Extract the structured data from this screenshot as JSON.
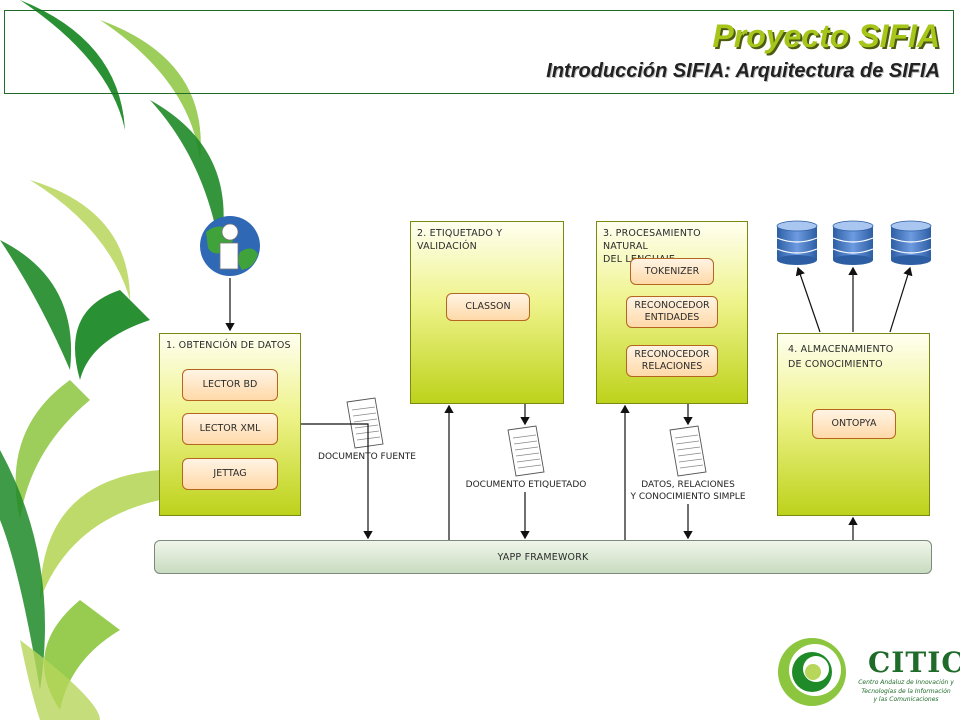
{
  "header": {
    "title": "Proyecto SIFIA",
    "subtitle": "Introducción SIFIA: Arquitectura de SIFIA"
  },
  "panels": {
    "obtencion": {
      "title": "1. OBTENCIÓN DE DATOS",
      "modules": [
        "LECTOR BD",
        "LECTOR XML",
        "JETTAG"
      ]
    },
    "etiquetado": {
      "title": "2. ETIQUETADO Y VALIDACIÓN",
      "modules": [
        "CLASSON"
      ]
    },
    "procesamiento": {
      "title": "3. PROCESAMIENTO NATURAL\nDEL LENGUAJE",
      "modules": [
        "TOKENIZER",
        "RECONOCEDOR\nENTIDADES",
        "RECONOCEDOR\nRELACIONES"
      ]
    },
    "almacenamiento": {
      "title": "4. ALMACENAMIENTO\nDE CONOCIMIENTO",
      "modules": [
        "ONTOPYA"
      ]
    }
  },
  "documents": {
    "fuente": "DOCUMENTO FUENTE",
    "etiquetado": "DOCUMENTO ETIQUETADO",
    "datos": "DATOS, RELACIONES\nY CONOCIMIENTO SIMPLE"
  },
  "framework": "YAPP FRAMEWORK",
  "logo": {
    "name": "CITIC",
    "tagline": "Centro Andaluz de Innovación y\nTecnologías de la Información\ny las Comunicaciones"
  },
  "icons": [
    "globe-user-icon",
    "document-icon",
    "database-icon",
    "citic-logo-icon"
  ],
  "colors": {
    "accent_green": "#a6c61a",
    "dark_green": "#1f6b2a",
    "panel_yellow": "#d8e43a",
    "module_orange": "#ffd9a8",
    "database_blue": "#3b6fb3"
  }
}
